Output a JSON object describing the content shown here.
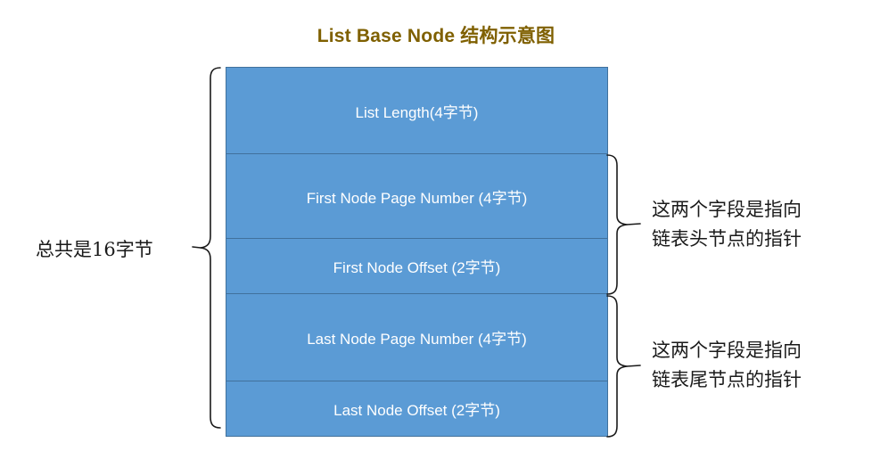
{
  "title": "List Base Node 结构示意图",
  "colors": {
    "title": "#7F6000",
    "box_fill": "#5B9BD5",
    "box_border": "#41719C",
    "box_text": "#FFFFFF",
    "brace": "#1A1A1A",
    "annotation_text": "#1A1A1A",
    "background": "#FFFFFF"
  },
  "struct": {
    "name": "List Base Node",
    "total_label": "总共是16字节",
    "fields": [
      {
        "label": "List Length(4字节)",
        "bytes": 4
      },
      {
        "label": "First Node Page Number (4字节)",
        "bytes": 4
      },
      {
        "label": "First Node Offset (2字节)",
        "bytes": 2
      },
      {
        "label": "Last Node Page Number (4字节)",
        "bytes": 4
      },
      {
        "label": "Last Node Offset (2字节)",
        "bytes": 2
      }
    ]
  },
  "annotations": {
    "head_pointer": {
      "line1": "这两个字段是指向",
      "line2": "链表头节点的指针"
    },
    "tail_pointer": {
      "line1": "这两个字段是指向",
      "line2": "链表尾节点的指针"
    }
  }
}
